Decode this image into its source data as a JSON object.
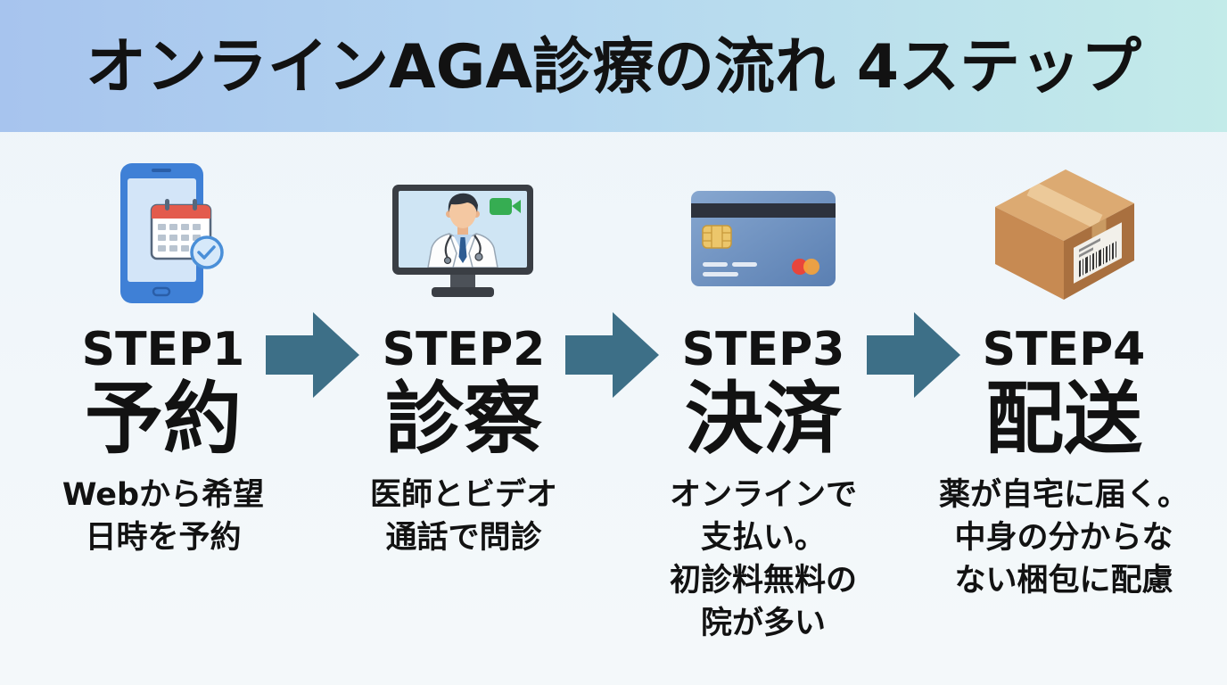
{
  "title": "オンラインAGA診療の流れ 4ステップ",
  "colors": {
    "header_left": "#a7c4ee",
    "header_right": "#c3ebe9",
    "text": "#121212",
    "arrow": "#3d6f87"
  },
  "arrow_icon": "arrow-right-icon",
  "steps": [
    {
      "label": "STEP1",
      "name": "予約",
      "icon": "smartphone-calendar-icon",
      "lines": [
        "Webから希望",
        "日時を予約"
      ]
    },
    {
      "label": "STEP2",
      "name": "診察",
      "icon": "video-call-doctor-icon",
      "lines": [
        "医師とビデオ",
        "通話で問診"
      ]
    },
    {
      "label": "STEP3",
      "name": "決済",
      "icon": "credit-card-icon",
      "lines": [
        "オンラインで",
        "支払い。",
        "初診料無料の",
        "院が多い"
      ]
    },
    {
      "label": "STEP4",
      "name": "配送",
      "icon": "cardboard-box-icon",
      "lines": [
        "薬が自宅に届く。",
        "中身の分からな",
        "ない梱包に配慮"
      ]
    }
  ]
}
